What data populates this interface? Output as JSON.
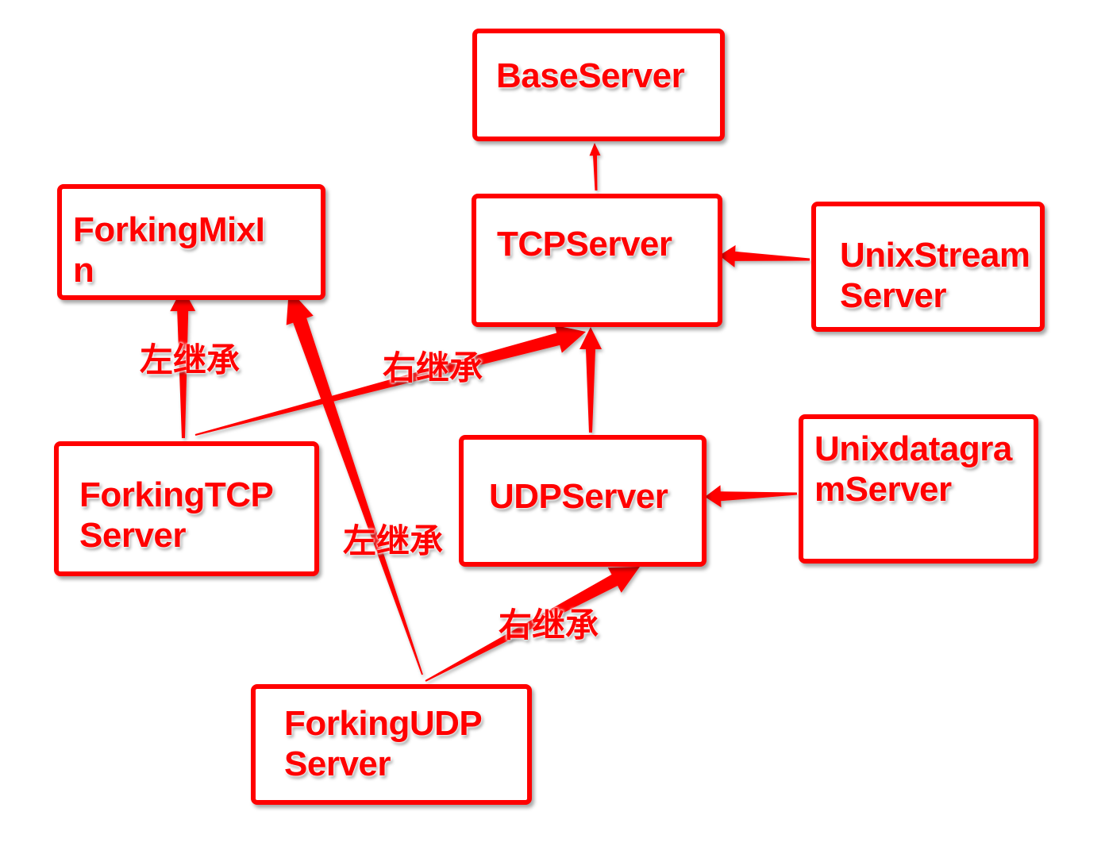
{
  "colors": {
    "accent": "#ff0000",
    "background": "#ffffff"
  },
  "nodes": {
    "base_server": "BaseServer",
    "forking_mixin": "ForkingMixI\nn",
    "tcp_server": "TCPServer",
    "unix_stream_server": "UnixStream\nServer",
    "forking_tcp_server": "ForkingTCP\nServer",
    "udp_server": "UDPServer",
    "unix_datagram_server": "Unixdatagra\nmServer",
    "forking_udp_server": "ForkingUDP\nServer"
  },
  "edge_labels": {
    "left_inherit": "左继承",
    "right_inherit": "右继承"
  },
  "edges": [
    {
      "from": "TCPServer",
      "to": "BaseServer"
    },
    {
      "from": "UnixStreamServer",
      "to": "TCPServer"
    },
    {
      "from": "UDPServer",
      "to": "TCPServer"
    },
    {
      "from": "UnixdatagramServer",
      "to": "UDPServer"
    },
    {
      "from": "ForkingTCPServer",
      "to": "ForkingMixIn",
      "label": "左继承"
    },
    {
      "from": "ForkingTCPServer",
      "to": "TCPServer",
      "label": "右继承"
    },
    {
      "from": "ForkingUDPServer",
      "to": "ForkingMixIn",
      "label": "左继承"
    },
    {
      "from": "ForkingUDPServer",
      "to": "UDPServer",
      "label": "右继承"
    }
  ]
}
